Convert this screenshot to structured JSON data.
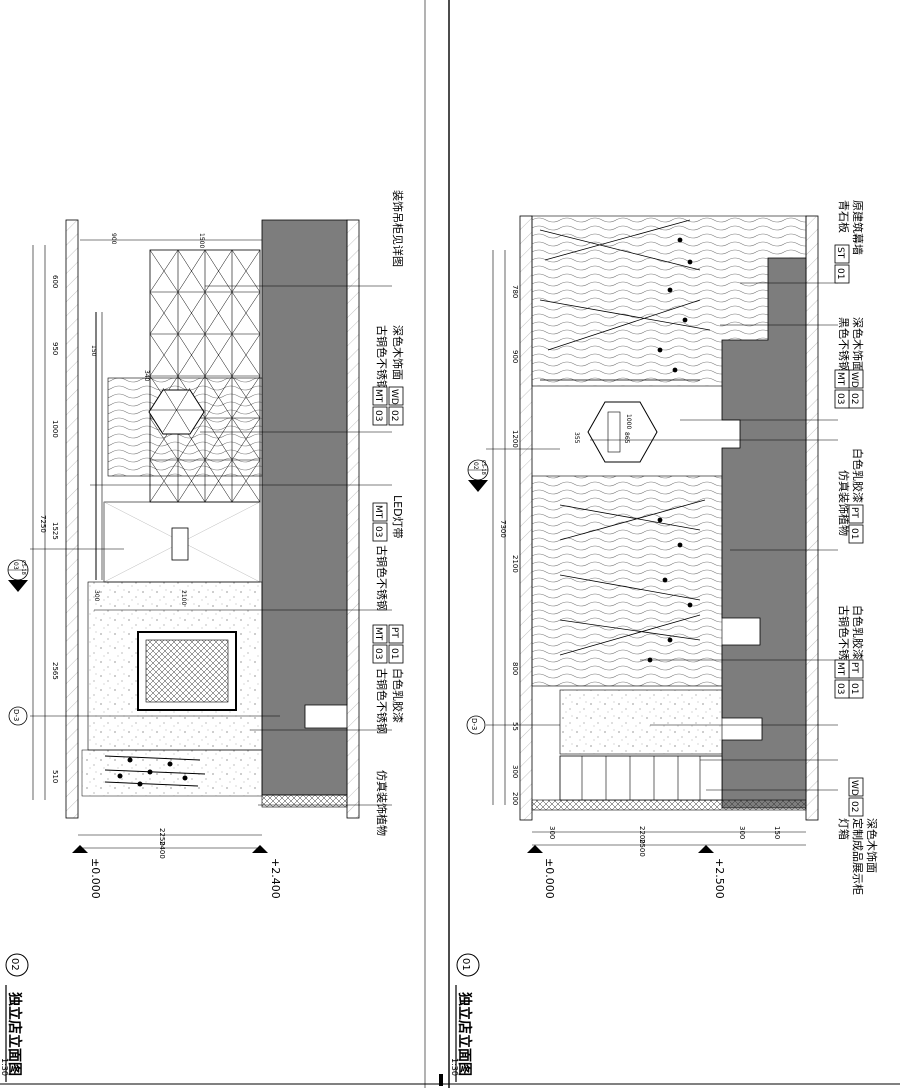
{
  "sheet": {
    "left_panel": {
      "number": "02",
      "title": "独立店立面图",
      "scale": "1:30",
      "level_top": "+2.400",
      "level_bottom": "±0.000",
      "section_tag": {
        "num": "03",
        "ref": "CS-18"
      },
      "plan_tag": "D-3",
      "top_dims": [
        "600",
        "950",
        "1000",
        "1525",
        "2565",
        "510"
      ],
      "overall_dim": "7250",
      "inner_dims": [
        "340",
        "150",
        "300",
        "2100"
      ],
      "side_dims": [
        "2250",
        "2400"
      ],
      "bottom_dims": [
        "900",
        "1500"
      ],
      "callouts": [
        {
          "text": "装饰吊柜见详图",
          "code1": "",
          "code2": ""
        },
        {
          "text": "深色木饰面",
          "code1": "WD",
          "code2": "02"
        },
        {
          "text": "古铜色不锈钢",
          "code1": "MT",
          "code2": "03"
        },
        {
          "text": "LED灯带",
          "code1": "MT",
          "code2": "03"
        },
        {
          "text": "古铜色不锈钢",
          "code1": "",
          "code2": ""
        },
        {
          "text": "白色乳胶漆",
          "code1": "PT",
          "code2": "01"
        },
        {
          "text": "古铜色不锈钢",
          "code1": "MT",
          "code2": "03"
        },
        {
          "text": "仿真装饰植物",
          "code1": "",
          "code2": ""
        }
      ]
    },
    "right_panel": {
      "number": "01",
      "title": "独立店立面图",
      "scale": "1:30",
      "level_top": "+2.500",
      "level_bottom": "±0.000",
      "section_tag": {
        "num": "02",
        "ref": "CS-18"
      },
      "plan_tag": "D-3",
      "top_dims": [
        "780",
        "900",
        "1200",
        "2100",
        "800",
        "55",
        "300",
        "200"
      ],
      "overall_dim": "7300",
      "inner_dims": [
        "355",
        "865",
        "1000"
      ],
      "side_dims": [
        "300",
        "2200",
        "300",
        "150",
        "2500"
      ],
      "callouts": [
        {
          "text": "原建筑幕墙",
          "code1": "ST",
          "code2": "01",
          "pre": "青石板"
        },
        {
          "text": "深色木饰面",
          "code1": "WD",
          "code2": "02"
        },
        {
          "text": "黑色不锈钢",
          "code1": "MT",
          "code2": "03"
        },
        {
          "text": "白色乳胶漆",
          "code1": "PT",
          "code2": "01"
        },
        {
          "text": "仿真装饰植物",
          "code1": "",
          "code2": ""
        },
        {
          "text": "白色乳胶漆",
          "code1": "PT",
          "code2": "01"
        },
        {
          "text": "古铜色不锈钢",
          "code1": "MT",
          "code2": "03"
        },
        {
          "text": "深色木饰面",
          "code1": "WD",
          "code2": "02"
        },
        {
          "text": "定制成品展示柜",
          "code1": "",
          "code2": ""
        },
        {
          "text": "灯箱",
          "code1": "",
          "code2": ""
        }
      ]
    }
  },
  "colors": {
    "wall_fill": "#7d7d7d",
    "line": "#000000",
    "paper": "#ffffff"
  }
}
